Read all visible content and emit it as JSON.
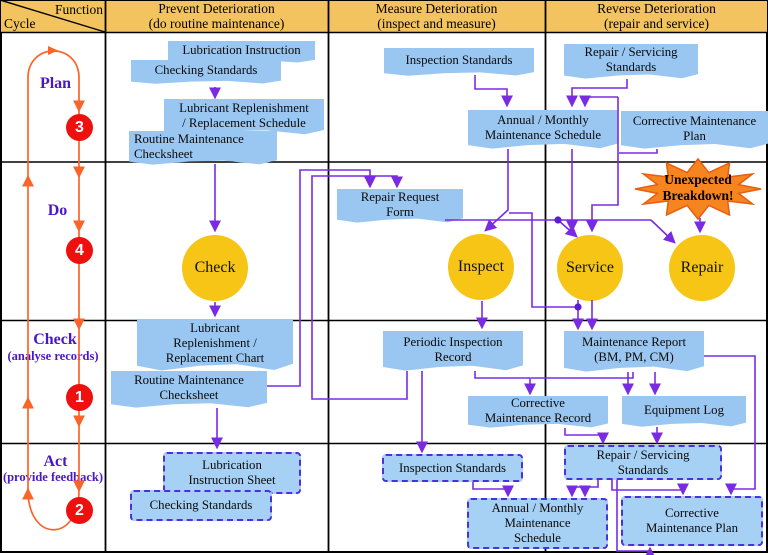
{
  "header": {
    "corner_top": "Function",
    "corner_bottom": "Cycle",
    "col1_title": "Prevent Deterioration",
    "col1_sub": "(do routine maintenance)",
    "col2_title": "Measure Deterioration",
    "col2_sub": "(inspect and measure)",
    "col3_title": "Reverse Deterioration",
    "col3_sub": "(repair and service)"
  },
  "cycle": {
    "plan": "Plan",
    "plan_num": "3",
    "do": "Do",
    "do_num": "4",
    "check": "Check",
    "check_sub": "(analyse records)",
    "check_num": "1",
    "act": "Act",
    "act_sub": "(provide feedback)",
    "act_num": "2"
  },
  "plan_row": {
    "lubrication_instruction": "Lubrication Instruction",
    "checking_standards": "Checking Standards",
    "lubricant_schedule": "Lubricant Replenishment\n/ Replacement Schedule",
    "routine_checksheet": "Routine Maintenance\nChecksheet",
    "inspection_standards": "Inspection Standards",
    "annual_schedule": "Annual / Monthly\nMaintenance Schedule",
    "repair_servicing_standards": "Repair / Servicing\nStandards",
    "corrective_plan": "Corrective Maintenance\nPlan"
  },
  "do_row": {
    "repair_request_form": "Repair Request\nForm",
    "check_circle": "Check",
    "inspect_circle": "Inspect",
    "service_circle": "Service",
    "repair_circle": "Repair",
    "breakdown": "Unexpected\nBreakdown!"
  },
  "check_row": {
    "lubricant_chart": "Lubricant\nReplenishment /\nReplacement Chart",
    "routine_checksheet": "Routine Maintenance\nChecksheet",
    "periodic_record": "Periodic Inspection\nRecord",
    "corrective_record": "Corrective\nMaintenance Record",
    "maintenance_report": "Maintenance Report\n(BM, PM, CM)",
    "equipment_log": "Equipment Log"
  },
  "act_row": {
    "lubrication_sheet": "Lubrication\nInstruction Sheet",
    "checking_standards": "Checking Standards",
    "inspection_standards": "Inspection Standards",
    "annual_schedule": "Annual / Monthly\nMaintenance\nSchedule",
    "repair_servicing_standards": "Repair / Servicing\nStandards",
    "corrective_plan": "Corrective\nMaintenance Plan"
  },
  "colors": {
    "header_bg": "#F3C35F",
    "box_blue": "#9AC7F1",
    "dashed_fill": "#A6D0F4",
    "dashed_border": "#4B2FE0",
    "circle_yellow": "#F7C515",
    "connector_purple": "#7A2BE2",
    "cycle_orange": "#FB6428",
    "badge_red": "#EE0F0F",
    "label_purple": "#4A16C9",
    "burst_orange": "#F6851F"
  }
}
